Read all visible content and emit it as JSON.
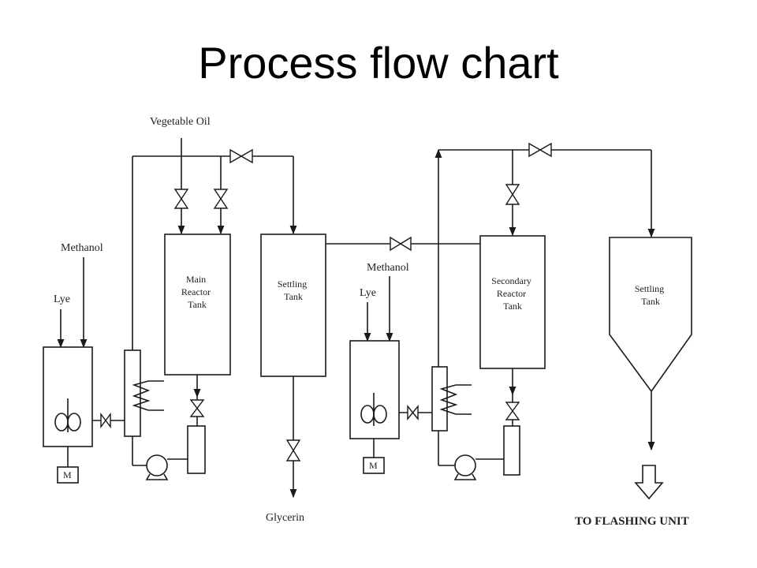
{
  "title": "Process flow chart",
  "labels": {
    "vegetable_oil": "Vegetable Oil",
    "methanol_1": "Methanol",
    "lye_1": "Lye",
    "main_reactor": [
      "Main",
      "Reactor",
      "Tank"
    ],
    "settling_1": [
      "Settling",
      "Tank"
    ],
    "methanol_2": "Methanol",
    "lye_2": "Lye",
    "secondary_reactor": [
      "Secondary",
      "Reactor",
      "Tank"
    ],
    "settling_2": [
      "Settling",
      "Tank"
    ],
    "motor_1": "M",
    "motor_2": "M",
    "glycerin": "Glycerin",
    "to_flashing": "TO FLASHING UNIT"
  }
}
